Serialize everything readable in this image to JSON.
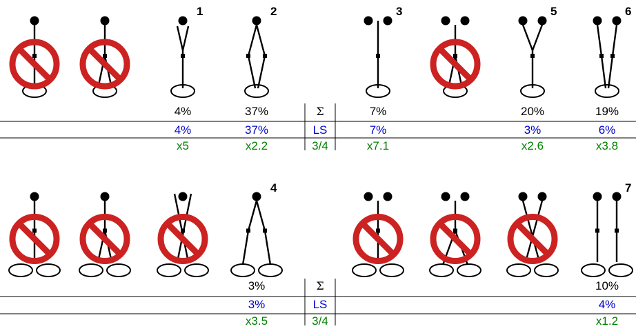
{
  "colors": {
    "ink": "#000000",
    "ls": "#0000cc",
    "ratio": "#008000",
    "prohibit": "#cc2222"
  },
  "legend": {
    "sigma": "Σ",
    "ls": "LS",
    "ratio": "3/4"
  },
  "rows": [
    {
      "figures": [
        {
          "type": "single-symmetric",
          "number": "",
          "banned": true
        },
        {
          "type": "single-crossed",
          "number": "",
          "banned": true
        },
        {
          "type": "single-converge",
          "number": "1",
          "banned": false,
          "sum": "4%",
          "ls": "4%",
          "ratio": "x5"
        },
        {
          "type": "single-diamond",
          "number": "2",
          "banned": false,
          "sum": "37%",
          "ls": "37%",
          "ratio": "x2.2"
        },
        {
          "type": "double-single",
          "number": "3",
          "banned": false,
          "sum": "7%",
          "ls": "7%",
          "ratio": "x7.1"
        },
        {
          "type": "double-crossed",
          "number": "",
          "banned": true
        },
        {
          "type": "double-converge",
          "number": "5",
          "banned": false,
          "sum": "20%",
          "ls": "3%",
          "ratio": "x2.6"
        },
        {
          "type": "double-parallel-converge",
          "number": "6",
          "banned": false,
          "sum": "19%",
          "ls": "6%",
          "ratio": "x3.8"
        }
      ]
    },
    {
      "figures": [
        {
          "type": "single-split-straight",
          "number": "",
          "banned": true
        },
        {
          "type": "single-split-crossed",
          "number": "",
          "banned": true
        },
        {
          "type": "single-split-converge",
          "number": "",
          "banned": true
        },
        {
          "type": "single-split-diverge",
          "number": "4",
          "banned": false,
          "sum": "3%",
          "ls": "3%",
          "ratio": "x3.5"
        },
        {
          "type": "double-split-straight",
          "number": "",
          "banned": true
        },
        {
          "type": "double-split-crossed",
          "number": "",
          "banned": true
        },
        {
          "type": "double-split-x",
          "number": "",
          "banned": true
        },
        {
          "type": "double-split-parallel",
          "number": "7",
          "banned": false,
          "sum": "10%",
          "ls": "4%",
          "ratio": "x1.2"
        }
      ]
    }
  ]
}
